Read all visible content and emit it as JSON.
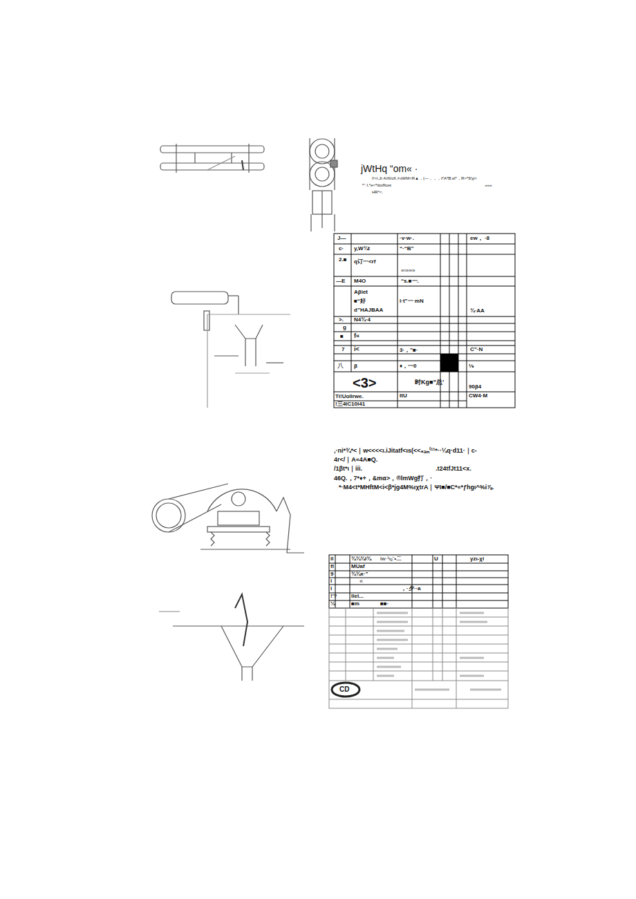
{
  "diagram": {
    "labels": [
      "jWtHq “om« ·",
      "I!>I,Jr A/ifi/cK,¾tWM<R▲，(—，，，t*A*B;sI*，R>*9!χi>",
      "*'‘·l,*e<*ittofficet",
      ".«««",
      "HR*<.",
      "J—",
      "·v·w·.",
      "ew，  ·8",
      "c·",
      "y,W¾t",
      "“·“B”",
      "2.■",
      "q订一<rf",
      "«‹»»»",
      "—E",
      "M4O",
      "“s.■一.",
      "Aβiet",
      "■“好",
      "d”HAJBAA",
      "l·t”一 mN",
      "¾·AA",
      ">.",
      "N4¾·4",
      "g",
      "■",
      "f«",
      "7",
      "i<",
      "3·，”■·",
      "C”·N",
      "八",
      "β",
      "♦，一0",
      "¹⁄₈",
      "<3>",
      "时Kg■”总'",
      "90β4",
      "CW4·M",
      "Ti!Uollrwe.",
      "!三4lC10l41",
      "ItU",
      ",·ni*¾*<｜w<<<<ι.iJitatf<ιs(<<₈ₐₘ⁽¹¹*··¼q·d11·｜c-",
      "4r</｜A«4A■Q.",
      "/1βt*ι｜iii.",
      ".t24tfJt11<x.",
      "46Q.，7*♦+，&mα>，®lmWg打，·",
      "*·M4<t*MHftM<i<β*jg4M%ιχtrA｜ΨI■/■C*«*ƒhgι^%i⅞.",
      "ll",
      "¾¾¾l¾",
      "iw·¹ιₒ˜•二",
      "U",
      "yzι-χi",
      "fl",
      "MUaf",
      "9",
      "¾¾x·”",
      "i",
      "«",
      "l",
      "，·夕··a",
      "!'?",
      "llel...",
      "¼",
      "■m",
      "■■·",
      "CD"
    ]
  }
}
